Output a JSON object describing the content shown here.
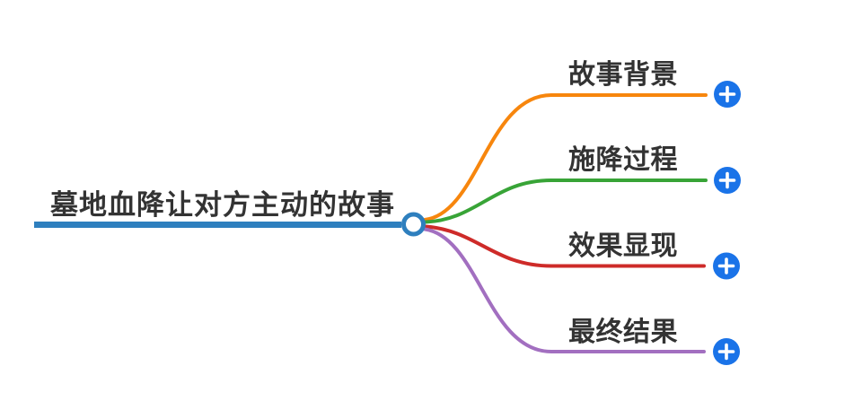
{
  "canvas": {
    "background": "#FFFFFF"
  },
  "mindmap": {
    "text_color": "#333333",
    "root": {
      "label": "墓地血降让对方主动的故事",
      "color": "#2E7FBE",
      "toggle_fill": "#FFFFFF"
    },
    "branches": [
      {
        "label": "故事背景",
        "color": "#F7860D"
      },
      {
        "label": "施降过程",
        "color": "#38A437"
      },
      {
        "label": "效果显现",
        "color": "#CE2B29"
      },
      {
        "label": "最终结果",
        "color": "#A26FC0"
      }
    ],
    "add_button": {
      "color": "#1A73E8",
      "icon_color": "#FFFFFF"
    }
  }
}
